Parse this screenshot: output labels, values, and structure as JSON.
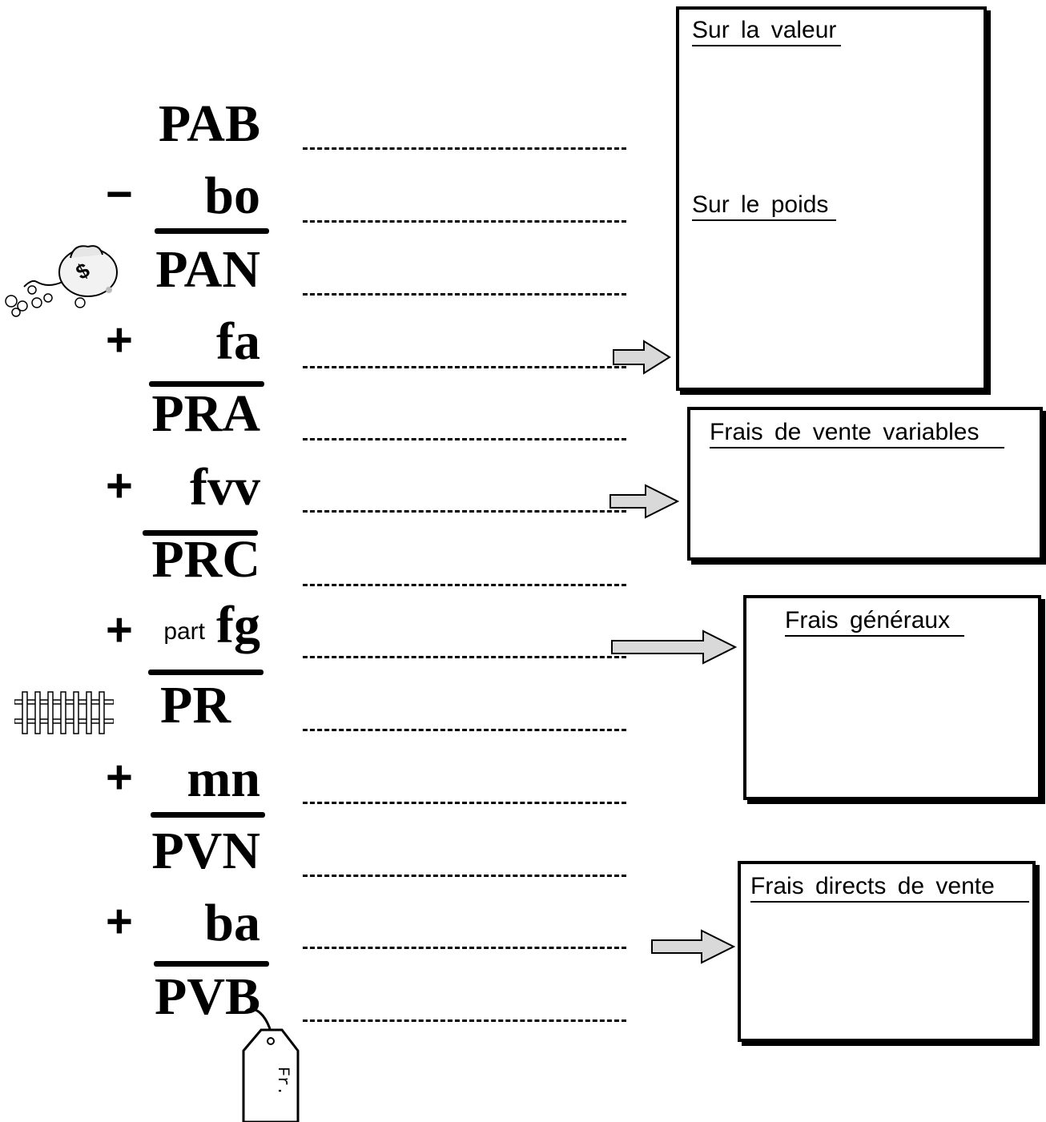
{
  "rows": [
    {
      "op": "",
      "prefix": "",
      "term": "PAB"
    },
    {
      "op": "−",
      "prefix": "",
      "term": "bo"
    },
    {
      "op": "",
      "prefix": "",
      "term": "PAN"
    },
    {
      "op": "+",
      "prefix": "",
      "term": "fa"
    },
    {
      "op": "",
      "prefix": "",
      "term": "PRA"
    },
    {
      "op": "+",
      "prefix": "",
      "term": "fvv"
    },
    {
      "op": "",
      "prefix": "",
      "term": "PRC"
    },
    {
      "op": "+",
      "prefix": "part",
      "term": "fg"
    },
    {
      "op": "",
      "prefix": "",
      "term": "PR"
    },
    {
      "op": "+",
      "prefix": "",
      "term": "mn"
    },
    {
      "op": "",
      "prefix": "",
      "term": "PVN"
    },
    {
      "op": "+",
      "prefix": "",
      "term": "ba"
    },
    {
      "op": "",
      "prefix": "",
      "term": "PVB"
    }
  ],
  "boxes": {
    "achat": {
      "title_1": "Sur la valeur",
      "title_2": "Sur le poids"
    },
    "vente_variables": {
      "title": "Frais de vente variables"
    },
    "generaux": {
      "title": "Frais généraux"
    },
    "directs": {
      "title": "Frais directs de vente"
    }
  },
  "tag_label": "Fr.",
  "icons": [
    "money-bag-icon",
    "fence-icon",
    "price-tag-icon"
  ],
  "colors": {
    "arrow_fill": "#d9d9d9",
    "ink": "#000000",
    "background": "#ffffff"
  }
}
